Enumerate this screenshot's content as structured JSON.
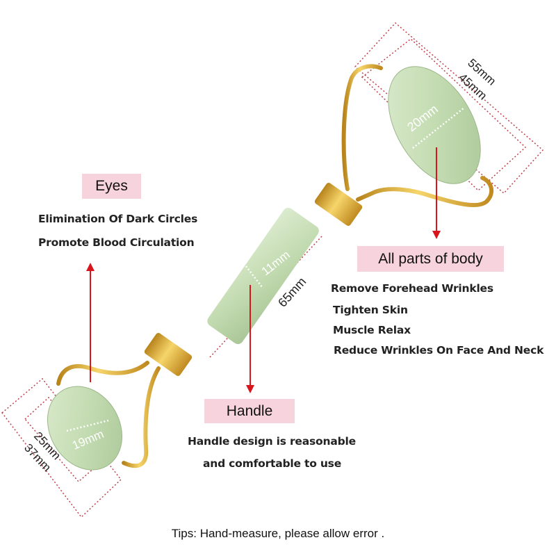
{
  "labels": {
    "eyes": "Eyes",
    "body": "All parts of body",
    "handle": "Handle"
  },
  "eyes_benefits": [
    "Elimination Of Dark Circles",
    "Promote Blood Circulation"
  ],
  "body_benefits": [
    "Remove Forehead Wrinkles",
    "Tighten Skin",
    "Muscle Relax",
    "Reduce Wrinkles On Face And Neck"
  ],
  "handle_desc": [
    "Handle design is reasonable",
    "and comfortable to use"
  ],
  "dimensions": {
    "large_stone_length": "55mm",
    "large_roller_width": "45mm",
    "large_stone_diameter": "20mm",
    "handle_diameter": "11mm",
    "handle_length": "65mm",
    "small_stone_diameter": "19mm",
    "small_roller_width": "25mm",
    "small_stone_length": "37mm"
  },
  "tips": "Tips: Hand-measure, please allow error .",
  "colors": {
    "jade": "#c8e0b8",
    "gold": "#e7b53a",
    "label_bg": "#f7d3dd",
    "arrow": "#d8141c",
    "dim_line": "#c0404a"
  }
}
